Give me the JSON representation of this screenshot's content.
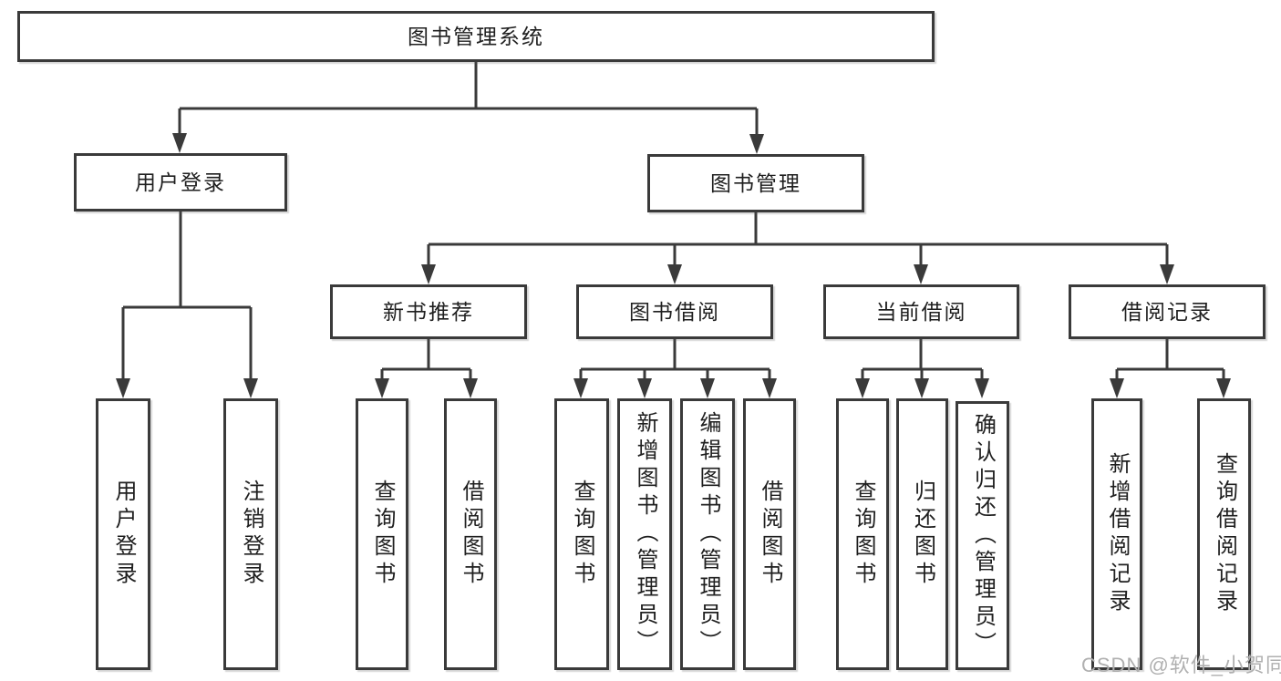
{
  "diagram_title": "图书管理系统",
  "watermark": "CSDN @软件_小贺同学",
  "colors": {
    "line": "#3a3a3a",
    "box_border": "#3a3a3a",
    "box_fill": "#ffffff",
    "text": "#1f1f1f",
    "watermark": "#b0b0b0",
    "background": "#ffffff"
  },
  "tree": {
    "label": "图书管理系统",
    "children": [
      {
        "label": "用户登录",
        "children": [
          {
            "label": "用户登录"
          },
          {
            "label": "注销登录"
          }
        ]
      },
      {
        "label": "图书管理",
        "children": [
          {
            "label": "新书推荐",
            "children": [
              {
                "label": "查询图书"
              },
              {
                "label": "借阅图书"
              }
            ]
          },
          {
            "label": "图书借阅",
            "children": [
              {
                "label": "查询图书"
              },
              {
                "label": "新增图书（管理员）"
              },
              {
                "label": "编辑图书（管理员）"
              },
              {
                "label": "借阅图书"
              }
            ]
          },
          {
            "label": "当前借阅",
            "children": [
              {
                "label": "查询图书"
              },
              {
                "label": "归还图书"
              },
              {
                "label": "确认归还（管理员）"
              }
            ]
          },
          {
            "label": "借阅记录",
            "children": [
              {
                "label": "新增借阅记录"
              },
              {
                "label": "查询借阅记录"
              }
            ]
          }
        ]
      }
    ]
  }
}
